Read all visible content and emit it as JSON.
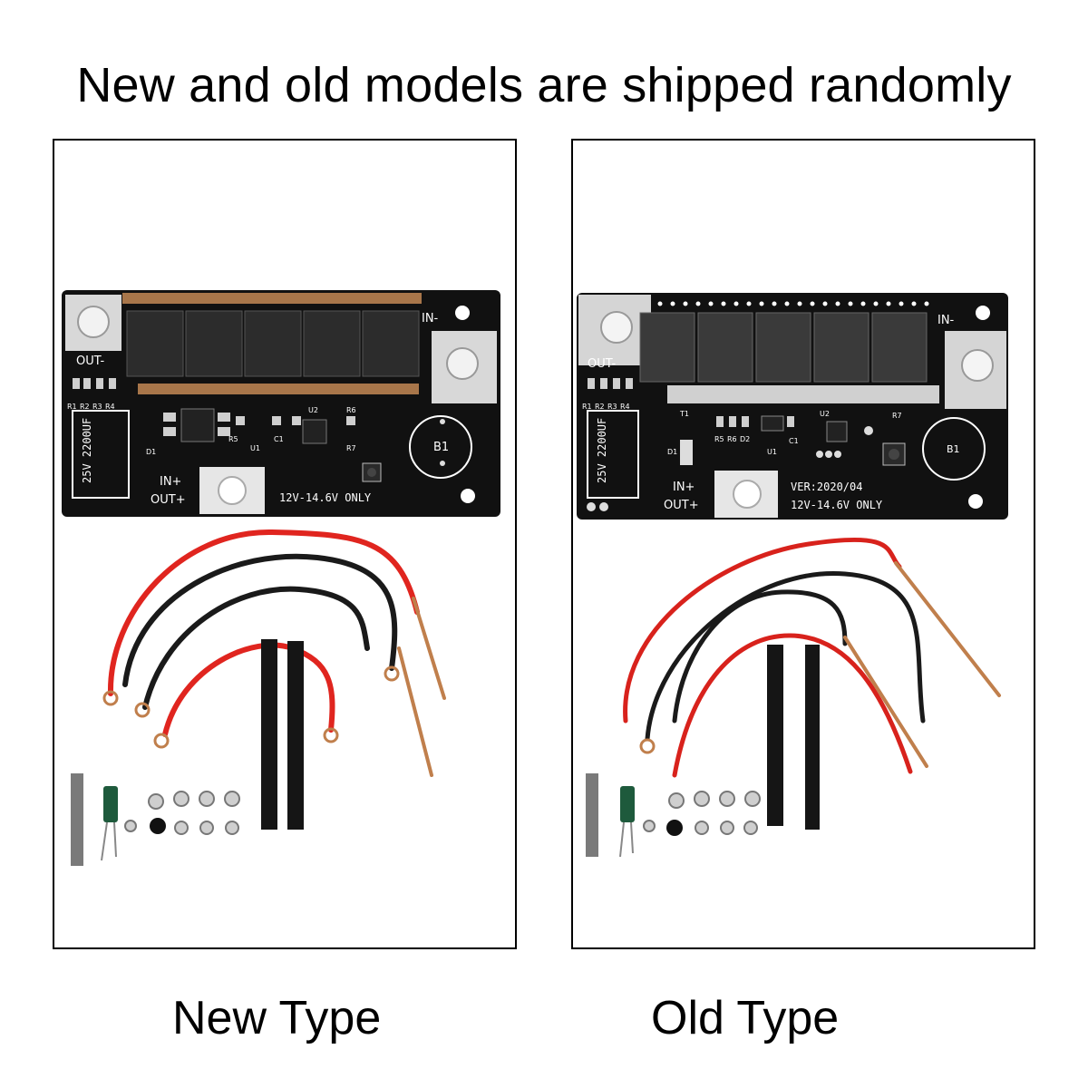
{
  "headline": "New and old models are shipped randomly",
  "panels": [
    {
      "caption": "New Type",
      "board": {
        "labels": {
          "out_minus": "OUT-",
          "in_minus": "IN-",
          "in_plus": "IN+",
          "out_plus": "OUT+",
          "voltage": "12V-14.6V ONLY",
          "capacitor": "25V 2200UF",
          "battery": "B1",
          "r1": "R1",
          "r2": "R2",
          "r3": "R3",
          "r4": "R4",
          "r5": "R5",
          "r6": "R6",
          "r7": "R7",
          "u1": "U1",
          "u2": "U2",
          "c1": "C1",
          "d1": "D1"
        }
      }
    },
    {
      "caption": "Old Type",
      "board": {
        "labels": {
          "out_minus": "OUT-",
          "in_minus": "IN-",
          "in_plus": "IN+",
          "out_plus": "OUT+",
          "voltage": "12V-14.6V ONLY",
          "version": "VER:2020/04",
          "capacitor": "25V 2200UF",
          "battery": "B1",
          "r1": "R1",
          "r2": "R2",
          "r3": "R3",
          "r4": "R4",
          "r5": "R5",
          "r6": "R6",
          "d2": "D2",
          "r7": "R7",
          "u1": "U1",
          "u2": "U2",
          "c1": "C1",
          "d1": "D1",
          "t1": "T1"
        }
      }
    }
  ],
  "colors": {
    "board": "#111111",
    "silkscreen": "#ffffff",
    "copper": "#b87333",
    "red_wire": "#e0251f",
    "black_wire": "#1a1a1a"
  }
}
